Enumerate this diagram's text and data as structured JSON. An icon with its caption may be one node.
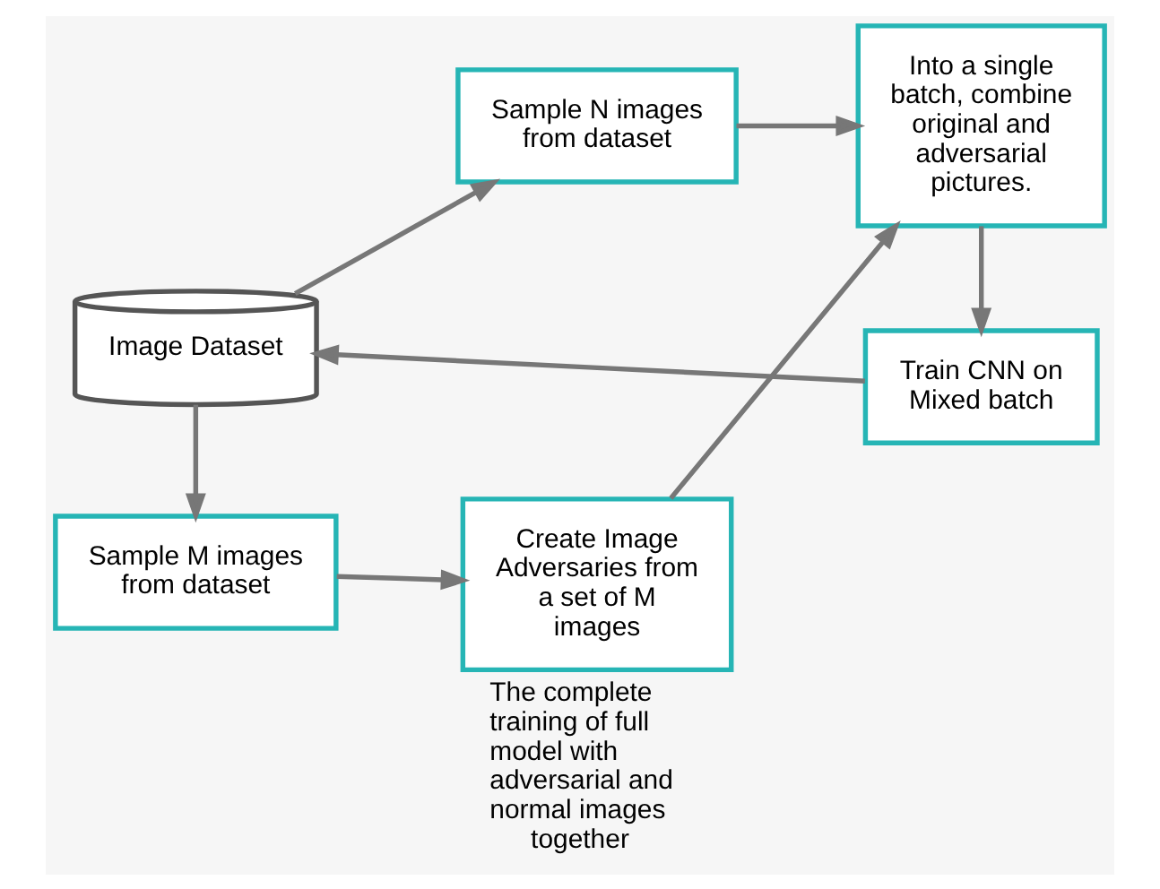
{
  "diagram": {
    "caption": "The complete training of full model with adversarial and normal images together",
    "nodes": [
      {
        "text": [
          "Image Dataset"
        ]
      },
      {
        "text": [
          "Sample N images from dataset"
        ]
      },
      {
        "text": [
          "Into a single batch, combine original and adversarial pictures."
        ]
      },
      {
        "text": [
          "Sample M images from dataset"
        ]
      },
      {
        "text": [
          "Create Image Adversaries from a set of M images"
        ]
      },
      {
        "text": [
          "Train CNN on Mixed batch"
        ]
      }
    ],
    "edges": [
      {
        "from": 0,
        "to": 1,
        "arrow": "to"
      },
      {
        "from": 1,
        "to": 2,
        "arrow": "to"
      },
      {
        "from": 0,
        "to": 3,
        "arrow": "to"
      },
      {
        "from": 3,
        "to": 4,
        "arrow": "to"
      },
      {
        "from": 4,
        "to": 2,
        "arrow": "to"
      },
      {
        "from": 2,
        "to": 5,
        "arrow": "to"
      },
      {
        "from": 5,
        "to": 0,
        "arrow": "to"
      }
    ]
  }
}
